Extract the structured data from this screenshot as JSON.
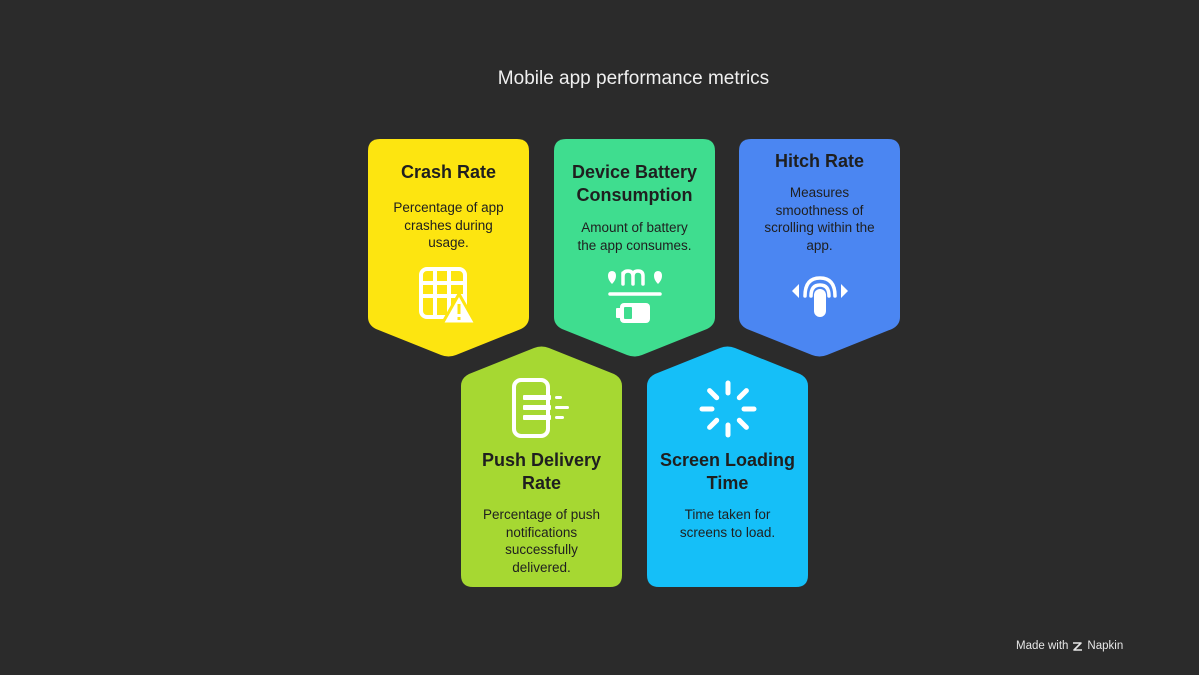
{
  "title": "Mobile app performance metrics",
  "cards": [
    {
      "title_lines": [
        "Crash Rate"
      ],
      "desc_lines": [
        "Percentage of app",
        "crashes during",
        "usage."
      ],
      "color": "#fde510",
      "icon": "spreadsheet-warning-icon"
    },
    {
      "title_lines": [
        "Device Battery",
        "Consumption"
      ],
      "desc_lines": [
        "Amount of battery",
        "the app consumes."
      ],
      "color": "#3fdd8f",
      "icon": "battery-plug-icon"
    },
    {
      "title_lines": [
        "Hitch Rate"
      ],
      "desc_lines": [
        "Measures",
        "smoothness of",
        "scrolling within the",
        "app."
      ],
      "color": "#4b86f2",
      "icon": "finger-swipe-icon"
    },
    {
      "title_lines": [
        "Push Delivery",
        "Rate"
      ],
      "desc_lines": [
        "Percentage of push",
        "notifications",
        "successfully",
        "delivered."
      ],
      "color": "#a6d832",
      "icon": "phone-notification-icon"
    },
    {
      "title_lines": [
        "Screen Loading",
        "Time"
      ],
      "desc_lines": [
        "Time taken for",
        "screens to load."
      ],
      "color": "#15bff8",
      "icon": "loading-spinner-icon"
    }
  ],
  "footer": {
    "made_with": "Made with",
    "brand": "Napkin"
  }
}
